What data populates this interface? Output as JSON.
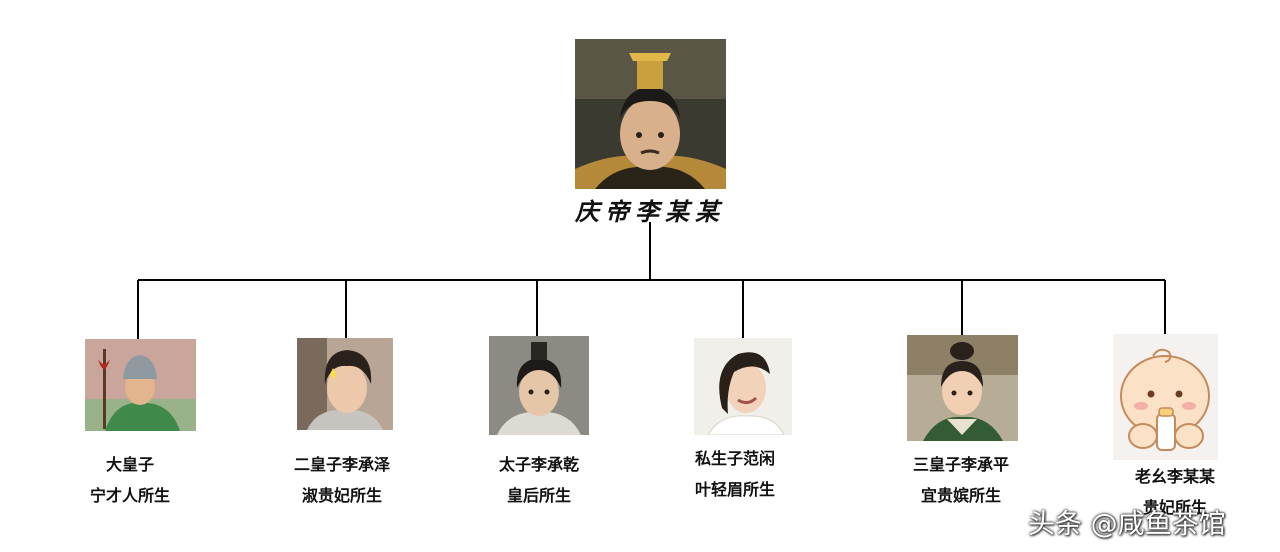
{
  "root": {
    "name": "庆帝李某某"
  },
  "children": [
    {
      "title": "大皇子",
      "mother": "宁才人所生"
    },
    {
      "title": "二皇子李承泽",
      "mother": "淑贵妃所生"
    },
    {
      "title": "太子李承乾",
      "mother": "皇后所生"
    },
    {
      "title": "私生子范闲",
      "mother": "叶轻眉所生"
    },
    {
      "title": "三皇子李承平",
      "mother": "宜贵嫔所生"
    },
    {
      "title": "老幺李某某",
      "mother": "贵妃所生"
    }
  ],
  "watermark": "头条 @咸鱼茶馆",
  "colors": {
    "line": "#000000",
    "background": "#ffffff"
  }
}
